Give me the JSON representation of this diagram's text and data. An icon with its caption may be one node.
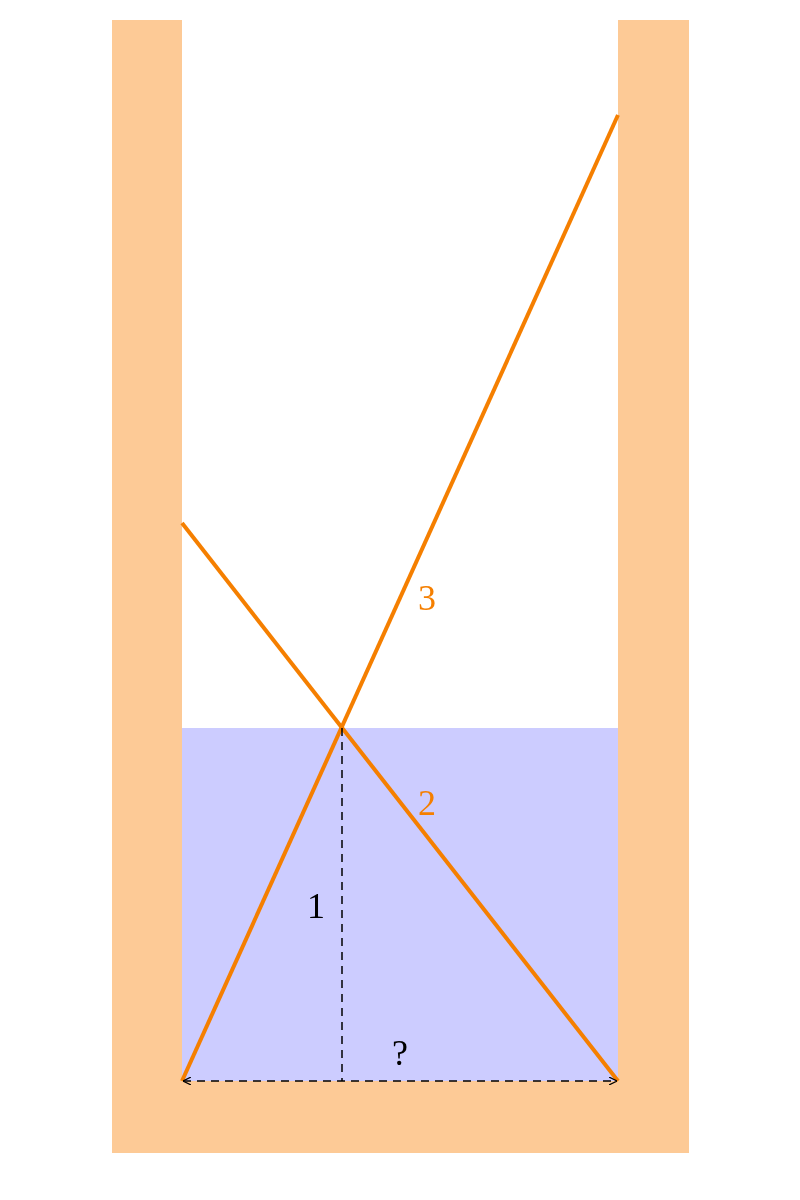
{
  "diagram": {
    "labels": [
      "3",
      "2",
      "1",
      "?"
    ]
  }
}
